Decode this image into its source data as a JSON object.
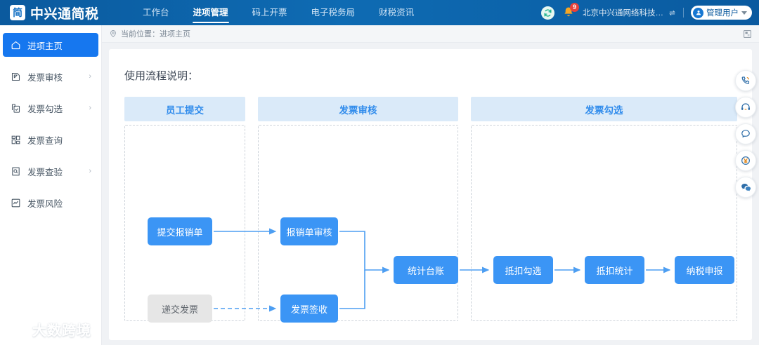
{
  "brand": {
    "mark_glyph": "简",
    "name": "中兴通简税"
  },
  "topnav": {
    "items": [
      {
        "label": "工作台",
        "active": false
      },
      {
        "label": "进项管理",
        "active": true
      },
      {
        "label": "码上开票",
        "active": false
      },
      {
        "label": "电子税务局",
        "active": false
      },
      {
        "label": "财税资讯",
        "active": false
      }
    ]
  },
  "topright": {
    "sync_icon": "sync-icon",
    "bell_icon": "bell-icon",
    "notification_count": "9",
    "company_name": "北京中兴通网络科技股...",
    "switch_icon": "switch-company-icon",
    "user_name": "管理用户",
    "user_avatar_icon": "user-avatar-icon",
    "dropdown_icon": "chevron-down-icon"
  },
  "sidebar": {
    "items": [
      {
        "label": "进项主页",
        "icon": "home-icon",
        "active": true,
        "arrow": ""
      },
      {
        "label": "发票审核",
        "icon": "edit-square-icon",
        "active": false,
        "arrow": "›"
      },
      {
        "label": "发票勾选",
        "icon": "check-copy-icon",
        "active": false,
        "arrow": "›"
      },
      {
        "label": "发票查询",
        "icon": "grid-icon",
        "active": false,
        "arrow": ""
      },
      {
        "label": "发票查验",
        "icon": "doc-search-icon",
        "active": false,
        "arrow": "›"
      },
      {
        "label": "发票风险",
        "icon": "chart-risk-icon",
        "active": false,
        "arrow": ""
      }
    ]
  },
  "breadcrumb": {
    "location_icon": "location-pin-icon",
    "text": "当前位置：进项主页",
    "expand_icon": "fullscreen-icon"
  },
  "main": {
    "title": "使用流程说明：",
    "columns": [
      {
        "id": "col-1",
        "title": "员工提交"
      },
      {
        "id": "col-2",
        "title": "发票审核"
      },
      {
        "id": "col-3",
        "title": "发票勾选"
      }
    ],
    "nodes": [
      {
        "id": "n-submit",
        "label": "提交报销单",
        "state": "active"
      },
      {
        "id": "n-deliver",
        "label": "递交发票",
        "state": "inactive"
      },
      {
        "id": "n-review",
        "label": "报销单审核",
        "state": "active"
      },
      {
        "id": "n-receipt",
        "label": "发票签收",
        "state": "active"
      },
      {
        "id": "n-ledger",
        "label": "统计台账",
        "state": "active"
      },
      {
        "id": "n-deduct",
        "label": "抵扣勾选",
        "state": "active"
      },
      {
        "id": "n-stat",
        "label": "抵扣统计",
        "state": "active"
      },
      {
        "id": "n-declare",
        "label": "纳税申报",
        "state": "active"
      }
    ]
  },
  "dock": {
    "buttons": [
      {
        "icon": "phone-call-icon"
      },
      {
        "icon": "headset-service-icon"
      },
      {
        "icon": "chat-bubble-icon"
      },
      {
        "icon": "yuan-coin-icon"
      },
      {
        "icon": "wechat-icon"
      }
    ]
  },
  "watermark": {
    "logo_icon": "dashu-logo-icon",
    "text": "大数跨境"
  },
  "colors": {
    "header_blue": "#0b5a9e",
    "accent_blue": "#1677ef",
    "node_blue": "#3b95f5",
    "node_gray": "#e6e6e6",
    "col_head_bg": "#daeaf9",
    "col_head_text": "#2f8bec",
    "badge_red": "#e8413a",
    "page_bg": "#f0f2f5"
  }
}
